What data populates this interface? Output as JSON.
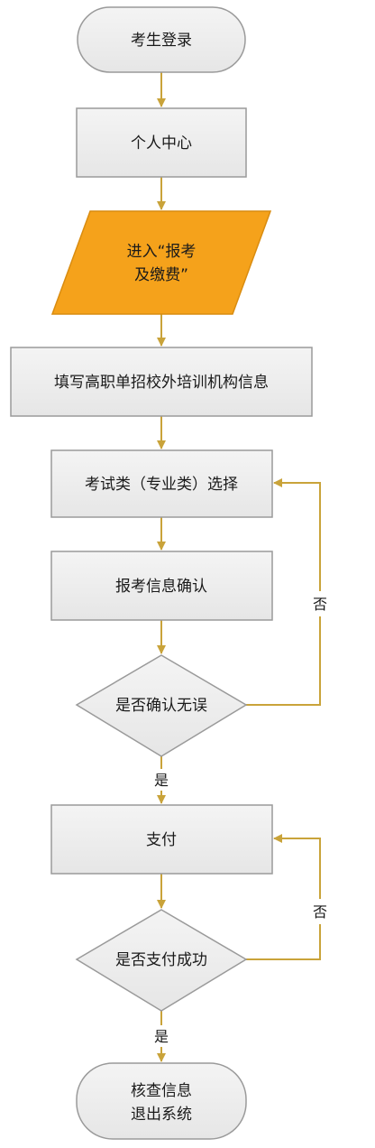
{
  "nodes": {
    "start": "考生登录",
    "personal_center": "个人中心",
    "enter_line1": "进入“报考",
    "enter_line2": "及缴费”",
    "fill_info": "填写高职单招校外培训机构信息",
    "select_type": "考试类（专业类）选择",
    "confirm_info": "报考信息确认",
    "decision_confirm": "是否确认无误",
    "pay": "支付",
    "decision_pay": "是否支付成功",
    "end_line1": "核查信息",
    "end_line2": "退出系统"
  },
  "edges": {
    "no_label": "否",
    "yes_label": "是"
  },
  "colors": {
    "box_fill": "#eeeeee",
    "box_stroke": "#9a9a9a",
    "highlight_fill": "#f5a21b",
    "arrow": "#c9a33a",
    "text": "#1a1a1a"
  }
}
